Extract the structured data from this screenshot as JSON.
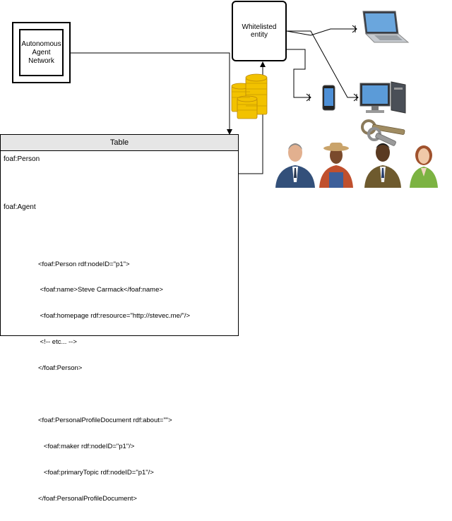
{
  "agent_box": {
    "label": "Autonomous Agent Network"
  },
  "whitelisted": {
    "label": "Whitelisted entity"
  },
  "table": {
    "title": "Table",
    "rows": [
      "foaf:Person",
      "foaf:Agent"
    ],
    "code_lines": [
      "<foaf:Person rdf:nodeID=\"p1\">",
      " <foaf:name>Steve Carmack</foaf:name>",
      " <foaf:homepage rdf:resource=\"http://stevec.me/\"/>",
      " <!-- etc... -->",
      "</foaf:Person>",
      "",
      "<foaf:PersonalProfileDocument rdf:about=\"\">",
      "   <foaf:maker rdf:nodeID=\"p1\"/>",
      "   <foaf:primaryTopic rdf:nodeID=\"p1\"/>",
      "</foaf:PersonalProfileDocument>"
    ]
  },
  "icons": {
    "coins": "coin-stack-icon",
    "laptop": "laptop-icon",
    "phone": "smartphone-icon",
    "desktop": "desktop-computer-icon",
    "keys": "keys-icon",
    "people": [
      "businessman-icon",
      "farmer-icon",
      "man-in-suit-icon",
      "woman-icon"
    ]
  },
  "colors": {
    "coin": "#f2c200",
    "header_bg": "#e6e6e6"
  }
}
